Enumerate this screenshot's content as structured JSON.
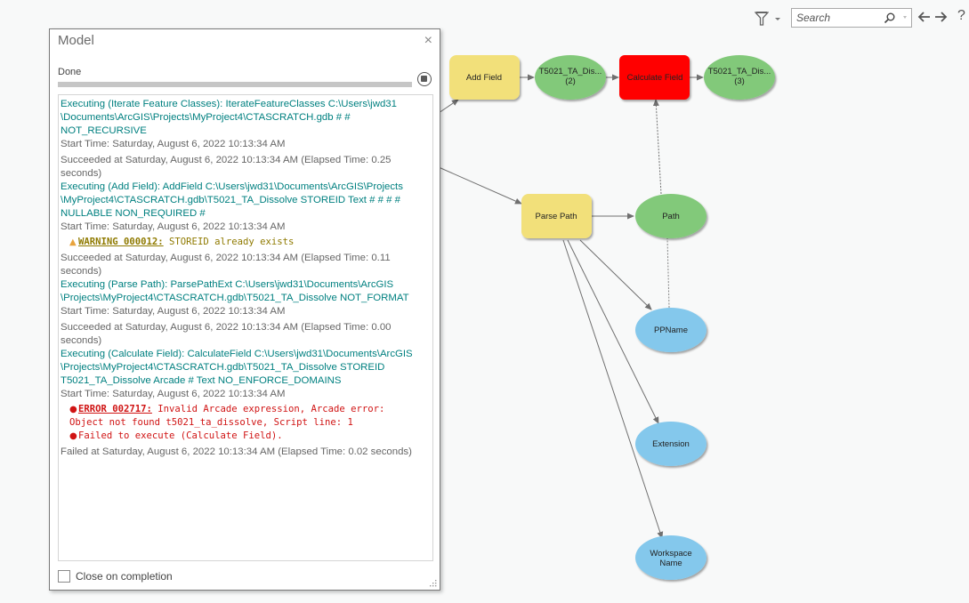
{
  "toolbar": {
    "filter_icon": "filter-icon",
    "search_placeholder": "Search",
    "search_value": "",
    "back_icon": "arrow-left-icon",
    "forward_icon": "arrow-right-icon",
    "help_label": "?"
  },
  "panel": {
    "title": "Model",
    "close_label": "×",
    "status": "Done",
    "progress_percent": 100,
    "footer_checkbox_label": "Close on completion",
    "footer_checkbox_checked": false,
    "log": {
      "iterate_exec": [
        "Executing (Iterate Feature Classes): IterateFeatureClasses C:\\Users\\jwd31",
        "\\Documents\\ArcGIS\\Projects\\MyProject4\\CTASCRATCH.gdb # #",
        "NOT_RECURSIVE"
      ],
      "iterate_start": "Start Time: Saturday, August 6, 2022 10:13:34 AM",
      "iterate_success": [
        "Succeeded at Saturday, August 6, 2022 10:13:34 AM (Elapsed Time: 0.25",
        "seconds)"
      ],
      "addfield_exec": [
        "Executing (Add Field): AddField C:\\Users\\jwd31\\Documents\\ArcGIS\\Projects",
        "\\MyProject4\\CTASCRATCH.gdb\\T5021_TA_Dissolve STOREID Text # # # #",
        "NULLABLE NON_REQUIRED #"
      ],
      "addfield_start": "Start Time: Saturday, August 6, 2022 10:13:34 AM",
      "addfield_warning_code": "WARNING 000012:",
      "addfield_warning_text": " STOREID already exists",
      "addfield_success": [
        "Succeeded at Saturday, August 6, 2022 10:13:34 AM (Elapsed Time: 0.11",
        "seconds)"
      ],
      "parsepath_exec": [
        "Executing (Parse Path): ParsePathExt C:\\Users\\jwd31\\Documents\\ArcGIS",
        "\\Projects\\MyProject4\\CTASCRATCH.gdb\\T5021_TA_Dissolve NOT_FORMAT"
      ],
      "parsepath_start": "Start Time: Saturday, August 6, 2022 10:13:34 AM",
      "parsepath_success": [
        "Succeeded at Saturday, August 6, 2022 10:13:34 AM (Elapsed Time: 0.00",
        "seconds)"
      ],
      "calc_exec": [
        "Executing (Calculate Field): CalculateField C:\\Users\\jwd31\\Documents\\ArcGIS",
        "\\Projects\\MyProject4\\CTASCRATCH.gdb\\T5021_TA_Dissolve STOREID",
        "T5021_TA_Dissolve Arcade # Text NO_ENFORCE_DOMAINS"
      ],
      "calc_start": "Start Time: Saturday, August 6, 2022 10:13:34 AM",
      "calc_error_code": "ERROR 002717:",
      "calc_error_text": " Invalid Arcade expression, Arcade error:",
      "calc_error_text2": "Object not found t5021_ta_dissolve, Script line: 1",
      "calc_fail_text": "Failed to execute (Calculate Field).",
      "calc_failed": "Failed at Saturday, August 6, 2022 10:13:34 AM (Elapsed Time: 0.02 seconds)"
    }
  },
  "diagram": {
    "colors": {
      "tool": "#f2e07a",
      "tool_failed": "#ff0000",
      "derived_data": "#82c97a",
      "variable": "#84c8ec",
      "connector": "#707070"
    },
    "nodes": {
      "add_field": "Add Field",
      "t5021_2_line1": "T5021_TA_Dis...",
      "t5021_2_line2": "(2)",
      "calculate_field": "Calculate Field",
      "t5021_3_line1": "T5021_TA_Dis...",
      "t5021_3_line2": "(3)",
      "parse_path": "Parse Path",
      "path": "Path",
      "ppname": "PPName",
      "extension": "Extension",
      "workspace_line1": "Workspace",
      "workspace_line2": "Name"
    }
  }
}
